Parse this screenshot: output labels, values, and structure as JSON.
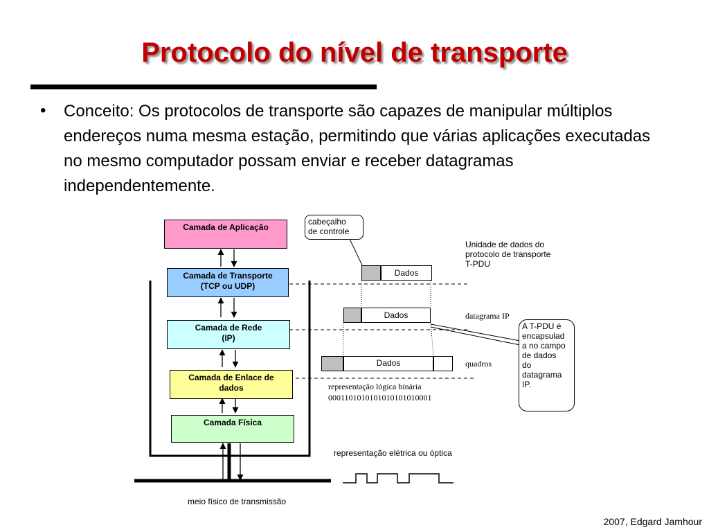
{
  "slide": {
    "title": "Protocolo do nível de transporte",
    "bullet_symbol": "•",
    "bullet_text": "Conceito: Os protocolos de transporte são capazes de manipular múltiplos endereços numa mesma estação, permitindo que várias aplicações executadas no mesmo computador possam enviar e receber datagramas independentemente.",
    "footer": "2007, Edgard Jamhour"
  },
  "diagram": {
    "layers": [
      {
        "line1": "Camada de Aplicação",
        "line2": "",
        "color": "#ff99cc"
      },
      {
        "line1": "Camada de Transporte",
        "line2": "(TCP ou UDP)",
        "color": "#99ccff"
      },
      {
        "line1": "Camada de Rede",
        "line2": "(IP)",
        "color": "#ccffff"
      },
      {
        "line1": "Camada de Enlace de",
        "line2": "dados",
        "color": "#ffff99"
      },
      {
        "line1": "Camada Física",
        "line2": "",
        "color": "#ccffcc"
      }
    ],
    "header_callout": {
      "line1": "cabeçalho",
      "line2": "de controle"
    },
    "tpdu_label": {
      "line1": "Unidade de dados do",
      "line2": "protocolo de transporte",
      "line3": "T-PDU"
    },
    "data_label": "Dados",
    "ip_datagram_label": "datagrama IP",
    "frames_label": "quadros",
    "binary_label": "representação lógica binária",
    "binary_value": "0001101010101010101010001",
    "electric_label": "representação elétrica ou óptica",
    "medium_label": "meio físico de transmissão",
    "encapsulation_callout": {
      "lines": [
        "A T-PDU é",
        "encapsulad",
        "a no campo",
        "de dados",
        "do",
        "datagrama",
        "IP."
      ]
    }
  }
}
